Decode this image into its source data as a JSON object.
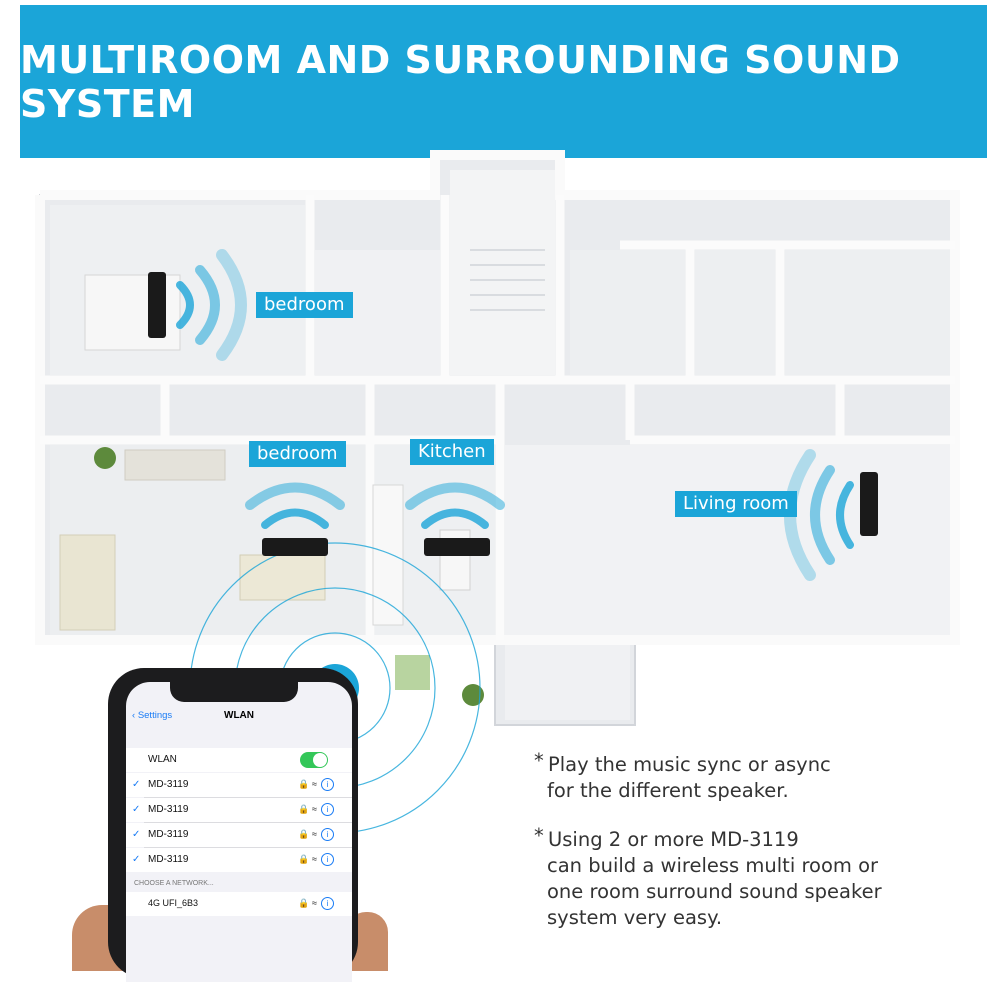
{
  "banner": {
    "title": "MULTIROOM AND SURROUNDING SOUND SYSTEM"
  },
  "rooms": {
    "bedroom_top": "bedroom",
    "bedroom_mid": "bedroom",
    "kitchen": "Kitchen",
    "living": "Living room"
  },
  "notes": {
    "note1_star": "*",
    "note1_line1": "Play the music sync or async",
    "note1_line2": "for the different speaker.",
    "note2_star": "*",
    "note2_line1": "Using 2 or more MD-3119",
    "note2_line2": "can build a wireless multi room or",
    "note2_line3": "one room surround sound speaker",
    "note2_line4": "system very easy."
  },
  "phone": {
    "back_label": "Settings",
    "title": "WLAN",
    "wlan_label": "WLAN",
    "wlan_on": true,
    "networks": [
      {
        "name": "MD-3119",
        "checked": true
      },
      {
        "name": "MD-3119",
        "checked": true
      },
      {
        "name": "MD-3119",
        "checked": true
      },
      {
        "name": "MD-3119",
        "checked": true
      }
    ],
    "choose_label": "CHOOSE A NETWORK...",
    "other_network": "4G UFI_6B3",
    "check_glyph": "✓",
    "back_glyph": "‹",
    "info_glyph": "i"
  },
  "colors": {
    "accent": "#1ba5d8",
    "toggle": "#34c759",
    "ios_blue": "#1a7cf5"
  }
}
